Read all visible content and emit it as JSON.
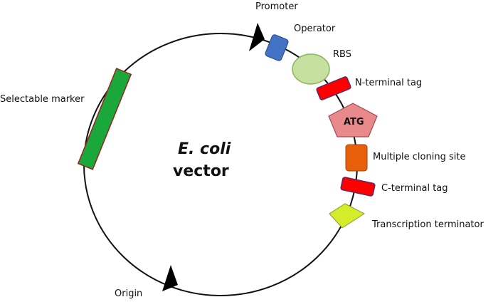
{
  "diagram": {
    "title_line1": "E. coli",
    "title_line2": "vector",
    "labels": {
      "promoter": "Promoter",
      "operator": "Operator",
      "rbs": "RBS",
      "n_tag": "N-terminal tag",
      "atg": "ATG",
      "mcs": "Multiple cloning site",
      "c_tag": "C-terminal tag",
      "terminator": "Transcription terminator",
      "marker": "Selectable marker",
      "origin": "Origin"
    },
    "colors": {
      "operator": "#4472c4",
      "rbs": "#c5e0a0",
      "tag": "#ff0000",
      "atg": "#e8898c",
      "mcs": "#e8600c",
      "terminator": "#d4ec2a",
      "marker": "#1aa83a"
    }
  }
}
